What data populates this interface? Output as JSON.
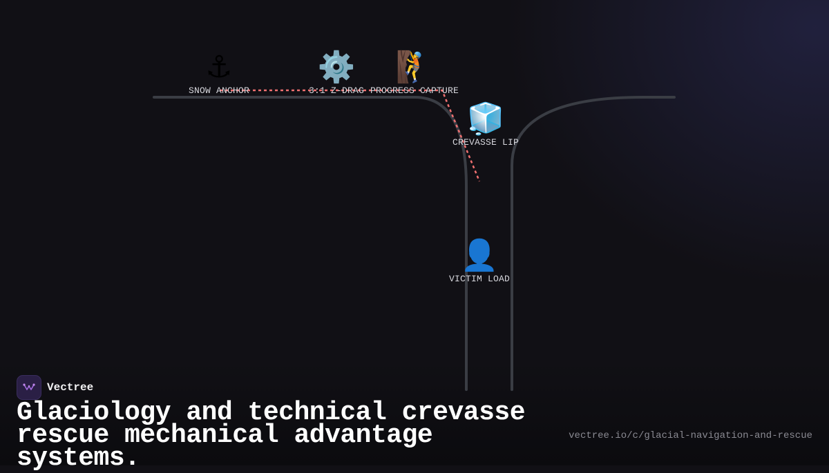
{
  "nodes": [
    {
      "id": "snow-anchor",
      "icon": "anchor-icon",
      "glyph": "⚓",
      "label": "SNOW ANCHOR"
    },
    {
      "id": "z-drag",
      "icon": "gear-icon",
      "glyph": "⚙️",
      "label": "3:1 Z-DRAG"
    },
    {
      "id": "progress-capture",
      "icon": "climber-icon",
      "glyph": "🧗",
      "label": "PROGRESS CAPTURE"
    },
    {
      "id": "crevasse-lip",
      "icon": "ice-cube-icon",
      "glyph": "🧊",
      "label": "CREVASSE LIP"
    },
    {
      "id": "victim-load",
      "icon": "person-icon",
      "glyph": "👤",
      "label": "VICTIM LOAD"
    }
  ],
  "colors": {
    "rope": "#f07070",
    "crevasse_wall": "#3a3d44",
    "background": "#111015"
  },
  "brand": {
    "name": "Vectree"
  },
  "headline": "Glaciology and technical crevasse rescue mechanical advantage systems.",
  "url": "vectree.io/c/glacial-navigation-and-rescue"
}
